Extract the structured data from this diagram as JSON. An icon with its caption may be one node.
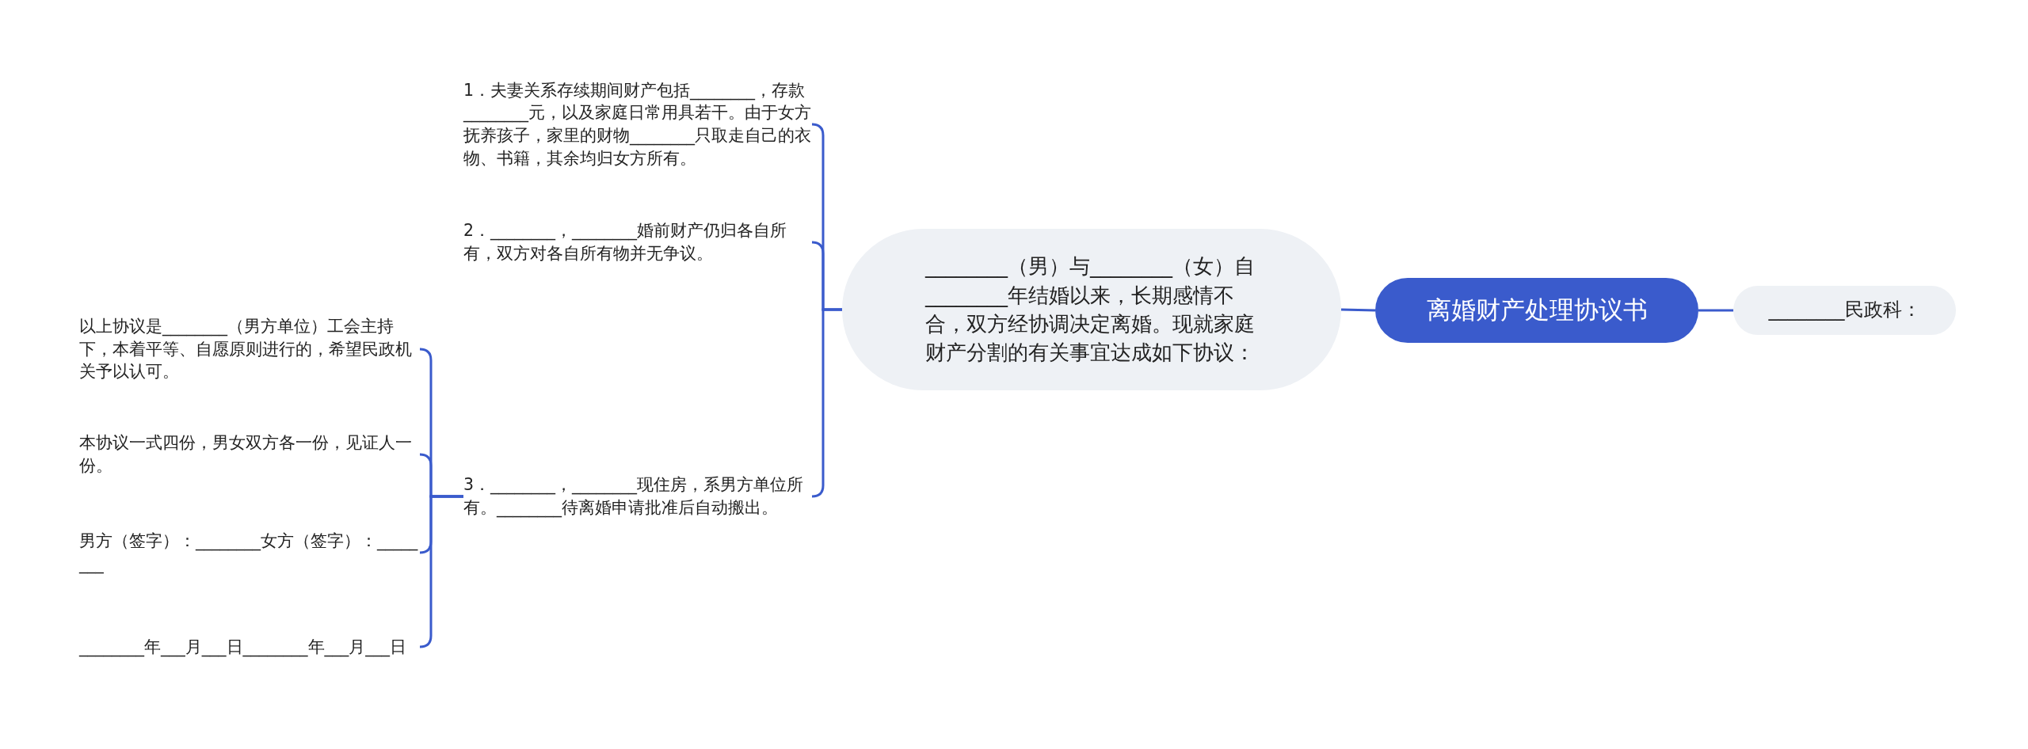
{
  "diagram": {
    "nodes": [
      {
        "text": [
          "离婚财产处理协议书"
        ]
      },
      {
        "text": [
          "________民政科："
        ]
      },
      {
        "text": [
          "________（男）与________（女）自________年结婚以来，长期感情不合，双方经协调决定离婚。现就家庭财产分割的有关事宜达成如下协议："
        ]
      },
      {
        "text": [
          "1．夫妻关系存续期间财产包括________，存款________元，以及家庭日常用具若干。由于女方抚养孩子，家里的财物________只取走自己的衣物、书籍，其余均归女方所有。"
        ]
      },
      {
        "text": [
          "2．________，________婚前财产仍归各自所有，双方对各自所有物并无争议。"
        ]
      },
      {
        "text": [
          "3．________，________现住房，系男方单位所有。________待离婚申请批准后自动搬出。"
        ]
      },
      {
        "text": [
          "以上协议是________（男方单位）工会主持下，本着平等、自愿原则进行的，希望民政机关予以认可。"
        ]
      },
      {
        "text": [
          "本协议一式四份，男女双方各一份，见证人一份。"
        ]
      },
      {
        "text": [
          "男方（签字）：________女方（签字）：________"
        ]
      },
      {
        "text": [
          "________年___月___日________年___月___日"
        ]
      }
    ],
    "edges": [
      {
        "from": 0,
        "to": 1,
        "arrow": "none"
      },
      {
        "from": 0,
        "to": 2,
        "arrow": "none"
      },
      {
        "from": 2,
        "to": 3,
        "arrow": "none"
      },
      {
        "from": 2,
        "to": 4,
        "arrow": "none"
      },
      {
        "from": 2,
        "to": 5,
        "arrow": "none"
      },
      {
        "from": 5,
        "to": 6,
        "arrow": "none"
      },
      {
        "from": 5,
        "to": 7,
        "arrow": "none"
      },
      {
        "from": 5,
        "to": 8,
        "arrow": "none"
      },
      {
        "from": 5,
        "to": 9,
        "arrow": "none"
      }
    ]
  }
}
